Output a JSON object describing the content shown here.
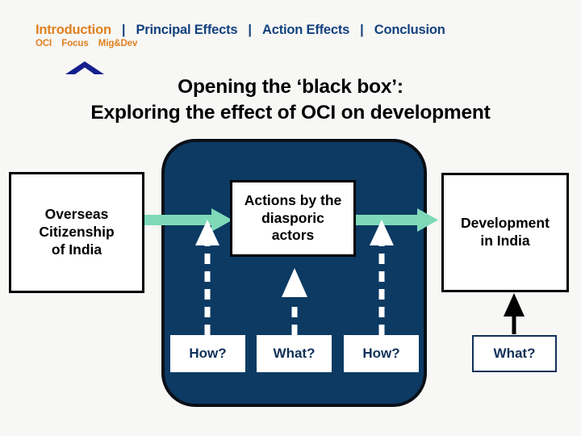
{
  "background_color": "#f7f7f5",
  "nav": {
    "separator": "|",
    "active_color": "#e08020",
    "inactive_color": "#14427e",
    "items": [
      {
        "label": "Introduction",
        "state": "active"
      },
      {
        "label": "Principal Effects",
        "state": "inactive"
      },
      {
        "label": "Action Effects",
        "state": "inactive"
      },
      {
        "label": "Conclusion",
        "state": "inactive"
      }
    ],
    "sub_items": [
      {
        "label": "OCI"
      },
      {
        "label": "Focus"
      },
      {
        "label": "Mig&Dev"
      }
    ],
    "marker_icon": "triangle-up-outline-icon",
    "marker_color": "#151f8c"
  },
  "title": {
    "line1": "Opening the ‘black box’:",
    "line2": "Exploring the effect of OCI on development"
  },
  "diagram": {
    "panel": {
      "fill": "#0c3a63",
      "stroke": "#0a0f17"
    },
    "boxes": {
      "oci": "Overseas\nCitizenship\nof India",
      "oci_lines": [
        "Overseas",
        "Citizenship",
        "of India"
      ],
      "actions": "Actions by the\ndiasporic\nactors",
      "actions_lines": [
        "Actions by the",
        "diasporic",
        "actors"
      ],
      "development": "Development\nin India",
      "development_lines": [
        "Development",
        "in India"
      ]
    },
    "question_boxes": [
      {
        "label": "How?",
        "inside_panel": true
      },
      {
        "label": "What?",
        "inside_panel": true
      },
      {
        "label": "How?",
        "inside_panel": true
      },
      {
        "label": "What?",
        "inside_panel": false
      }
    ],
    "arrows": {
      "green_color": "#7ed9b9",
      "green_arrow_1": "Overseas Citizenship of India → Actions by the diasporic actors",
      "green_arrow_2": "Actions by the diasporic actors → Development in India",
      "white_dashed_1": "How? → green arrow 1",
      "white_dashed_2": "What? → Actions by the diasporic actors",
      "white_dashed_3": "How? → green arrow 2",
      "black_solid": "What? → Development in India"
    }
  }
}
